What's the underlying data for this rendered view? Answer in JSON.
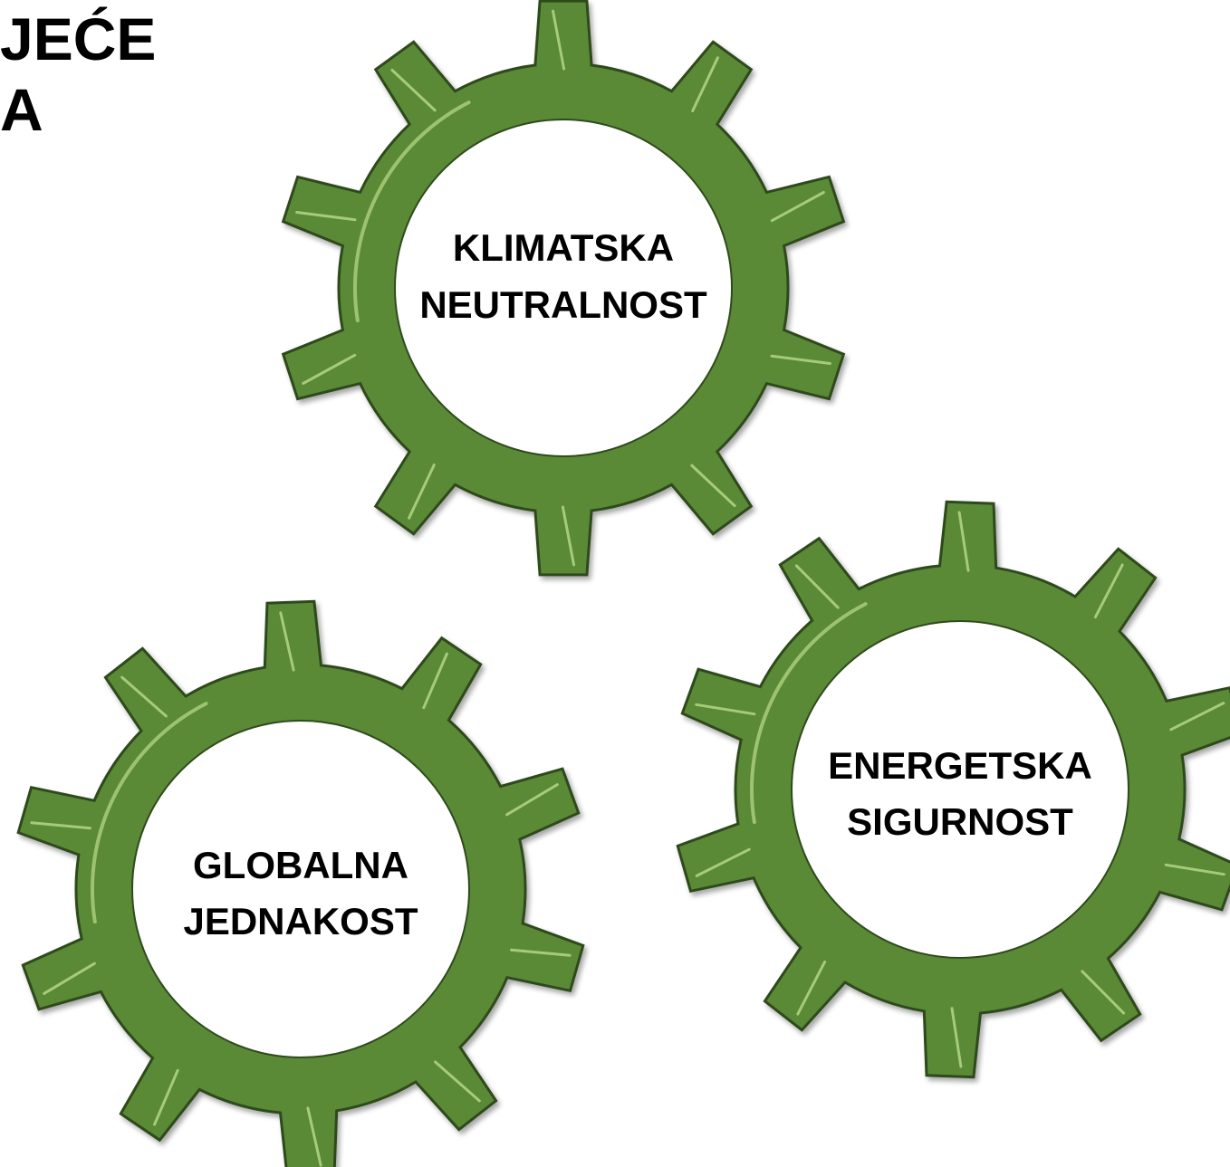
{
  "heading": {
    "lines": [
      "JEĆE",
      "A"
    ]
  },
  "gears": [
    {
      "id": "gear-klimatska-neutralnost",
      "lines": [
        "KLIMATSKA",
        "NEUTRALNOST"
      ]
    },
    {
      "id": "gear-energetska-sigurnost",
      "lines": [
        "ENERGETSKA",
        "SIGURNOST"
      ]
    },
    {
      "id": "gear-globalna-jednakost",
      "lines": [
        "GLOBALNA",
        "JEDNAKOST"
      ]
    }
  ],
  "colors": {
    "gear_fill": "#5a8a35",
    "gear_stroke": "#2f4a1c",
    "gear_highlight": "#b9dc8c",
    "hub_fill": "#ffffff",
    "text": "#000000"
  }
}
